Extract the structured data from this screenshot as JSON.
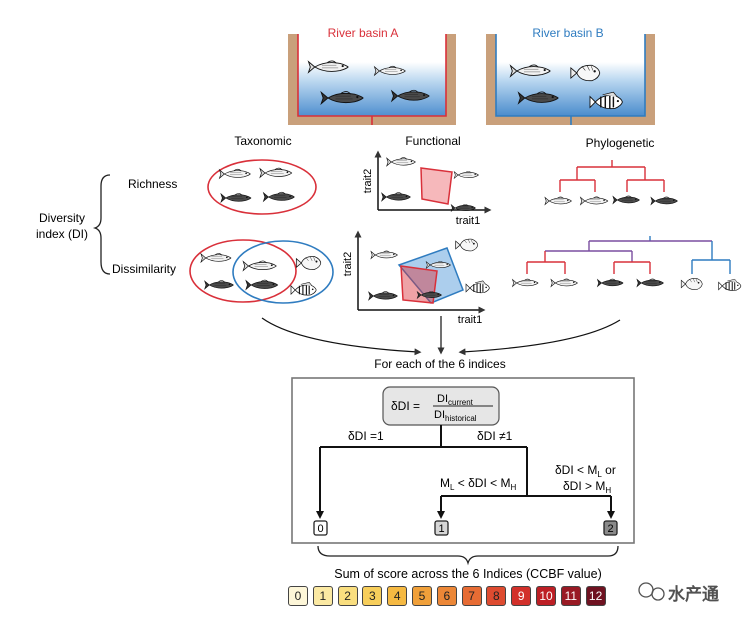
{
  "basins": [
    {
      "label": "River basin A",
      "color": "#d9303a"
    },
    {
      "label": "River basin B",
      "color": "#2f7cc0"
    }
  ],
  "facets": {
    "taxonomic": "Taxonomic",
    "functional": "Functional",
    "phylogenetic": "Phylogenetic"
  },
  "rows": {
    "richness": "Richness",
    "dissimilarity": "Dissimilarity"
  },
  "diversity_index": {
    "line1": "Diversity",
    "line2": "index (DI)"
  },
  "axes": {
    "trait1": "trait1",
    "trait2": "trait2"
  },
  "for_each": "For each of the 6 indices",
  "formula": {
    "lhs": "δDI =",
    "num_main": "DI",
    "num_sub": "current",
    "den_main": "DI",
    "den_sub": "historical"
  },
  "branches": {
    "eq1": "δDI =1",
    "neq1": "δDI ≠1",
    "between_pre": "M",
    "between_sub_l": "L",
    "between_mid": " < δDI < M",
    "between_sub_h": "H",
    "outside_line1_pre": "δDI < M",
    "outside_line1_sub": "L",
    "outside_line1_post": " or",
    "outside_line2_pre": "δDI > M",
    "outside_line2_sub": "H"
  },
  "outcomes": [
    "0",
    "1",
    "2"
  ],
  "sum_label": "Sum of score across the 6 Indices (CCBF value)",
  "scale": {
    "values": [
      "0",
      "1",
      "2",
      "3",
      "4",
      "5",
      "6",
      "7",
      "8",
      "9",
      "10",
      "11",
      "12"
    ],
    "colors": [
      "#fdf6d8",
      "#fbe9a3",
      "#f9de7f",
      "#f7ce5b",
      "#f5b942",
      "#f0a03a",
      "#ec8737",
      "#e76c34",
      "#de4b30",
      "#d2302a",
      "#bd1f25",
      "#991a24",
      "#6f1221"
    ]
  },
  "icons": [
    "fish-icon",
    "tilapia-icon",
    "trophy-ceiling-icon"
  ],
  "watermark": "水产通"
}
